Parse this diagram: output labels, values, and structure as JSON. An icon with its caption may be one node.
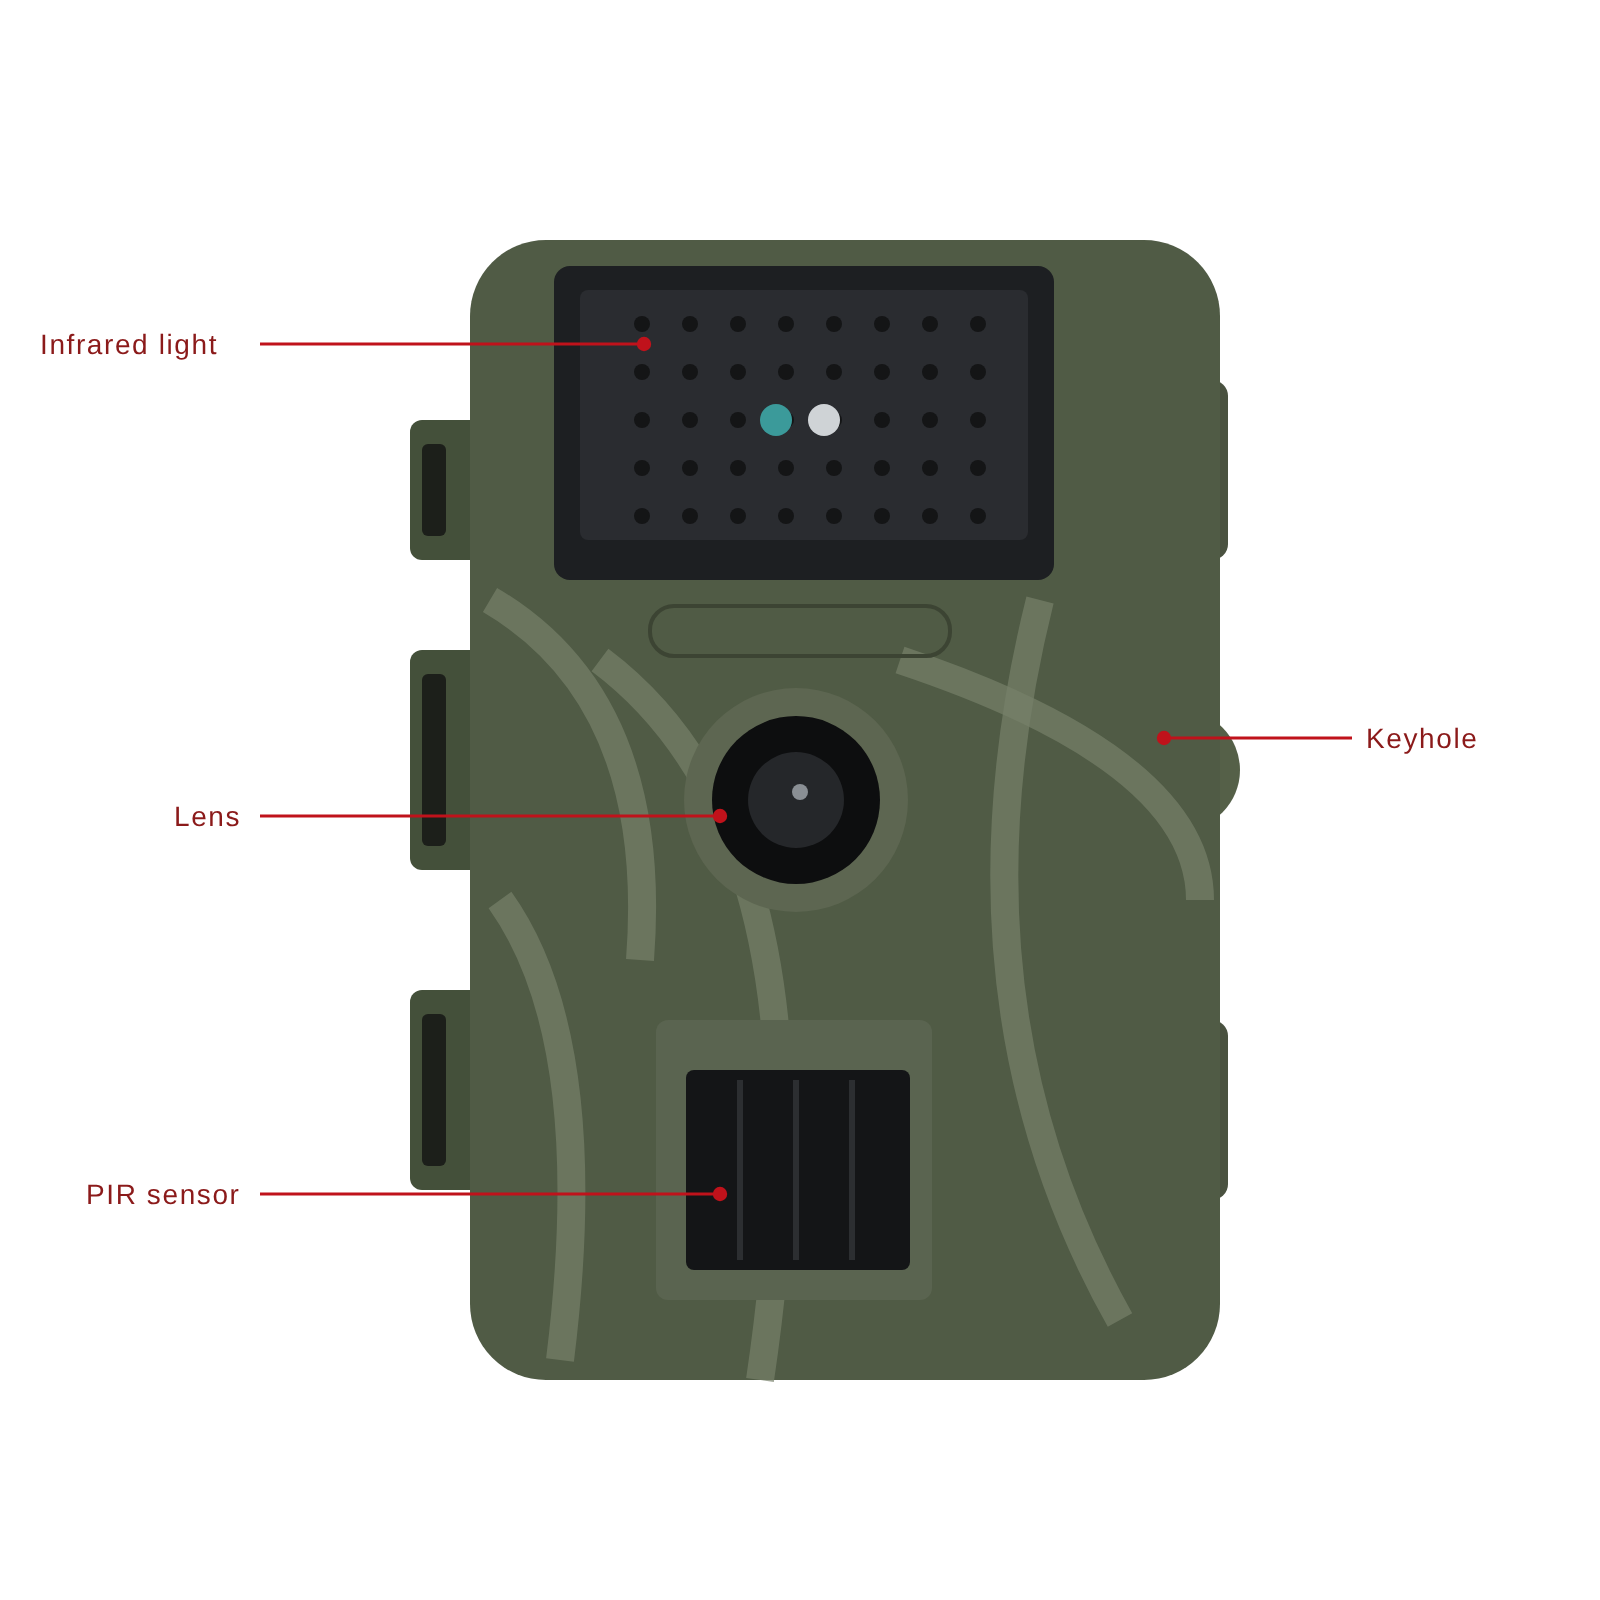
{
  "diagram": {
    "nodes": [
      {
        "text": [
          "Infrared light"
        ]
      },
      {
        "text": [
          "Keyhole"
        ]
      },
      {
        "text": [
          "Lens"
        ]
      },
      {
        "text": [
          "PIR sensor"
        ]
      }
    ],
    "edges": [
      {
        "from": 0,
        "to": null,
        "arrow": "other"
      },
      {
        "from": 1,
        "to": null,
        "arrow": "other"
      },
      {
        "from": 2,
        "to": null,
        "arrow": "other"
      },
      {
        "from": 3,
        "to": null,
        "arrow": "other"
      }
    ]
  }
}
